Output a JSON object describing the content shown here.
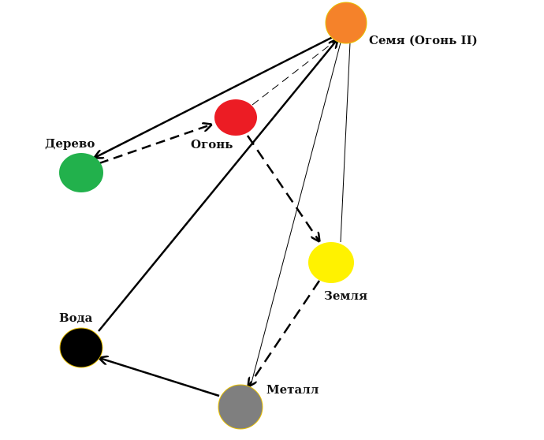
{
  "nodes": {
    "seed": {
      "label": "Семя (Огонь II)",
      "color": "#F5822A"
    },
    "fire": {
      "label": "Огонь",
      "color": "#EC1C24"
    },
    "wood": {
      "label": "Дерево",
      "color": "#22B14C"
    },
    "earth": {
      "label": "Земля",
      "color": "#FFF200"
    },
    "water": {
      "label": "Вода",
      "color": "#000000"
    },
    "metal": {
      "label": "Металл",
      "color": "#7F7F7F"
    }
  },
  "edges": [
    {
      "from": "seed",
      "to": "wood",
      "style": "solid",
      "arrow": true
    },
    {
      "from": "wood",
      "to": "fire",
      "style": "dashed",
      "arrow": true
    },
    {
      "from": "fire",
      "to": "seed",
      "style": "thin-dashed",
      "arrow": false
    },
    {
      "from": "fire",
      "to": "earth",
      "style": "dashed",
      "arrow": true
    },
    {
      "from": "earth",
      "to": "metal",
      "style": "dashed",
      "arrow": true
    },
    {
      "from": "metal",
      "to": "water",
      "style": "solid",
      "arrow": true
    },
    {
      "from": "water",
      "to": "seed",
      "style": "solid",
      "arrow": true
    },
    {
      "from": "seed",
      "to": "earth",
      "style": "thin",
      "arrow": false
    },
    {
      "from": "seed",
      "to": "metal",
      "style": "thin",
      "arrow": false
    }
  ]
}
